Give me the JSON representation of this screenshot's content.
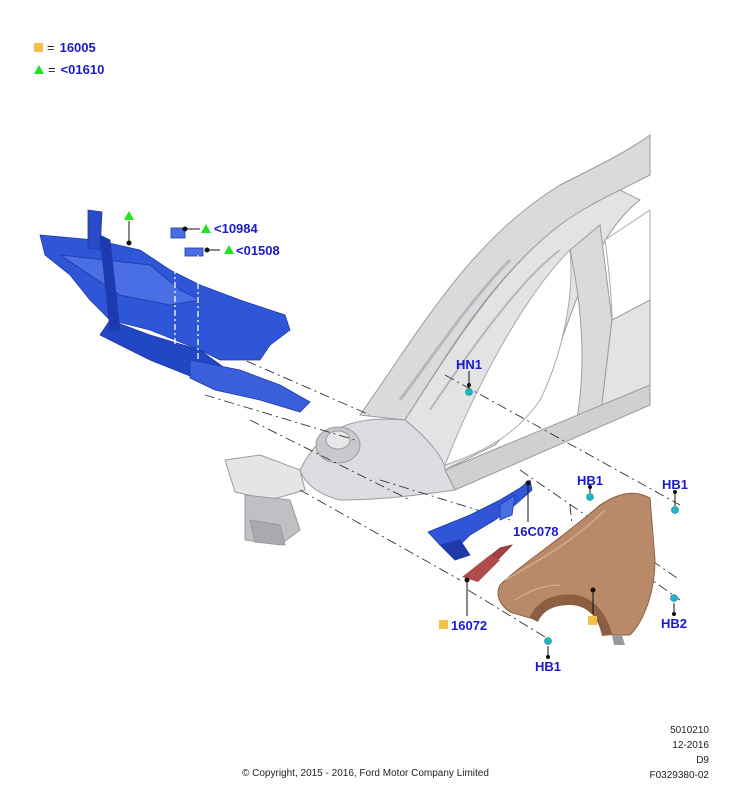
{
  "legend": {
    "items": [
      {
        "symbol": "square",
        "equals": "=",
        "code": "16005"
      },
      {
        "symbol": "triangle",
        "equals": "=",
        "code": "<01610"
      }
    ]
  },
  "callouts": {
    "left_top": "<10984",
    "left_mid": "<01508",
    "hn1": "HN1",
    "hb1_upper": "HB1",
    "hb1_right": "HB1",
    "hb1_lower": "HB1",
    "hb2": "HB2",
    "part_16c078": "16C078",
    "part_16072": "16072"
  },
  "footer": {
    "copyright": "© Copyright, 2015 - 2016, Ford Motor Company Limited",
    "ref_lines": [
      "5010210",
      "12-2016",
      "D9",
      "F0329380-02"
    ]
  },
  "colors": {
    "part_blue": "#2f56d6",
    "part_blue_dark": "#1f3aa8",
    "fender": "#b98a69",
    "fender_dark": "#8c5f42",
    "shield": "#a84040",
    "body_grey": "#d6d7d9",
    "body_edge": "#9a9b9e",
    "clip_cyan": "#1bb7c9",
    "label_blue": "#1a1acc",
    "square_yellow": "#f5c04a",
    "triangle_green": "#22e022"
  }
}
